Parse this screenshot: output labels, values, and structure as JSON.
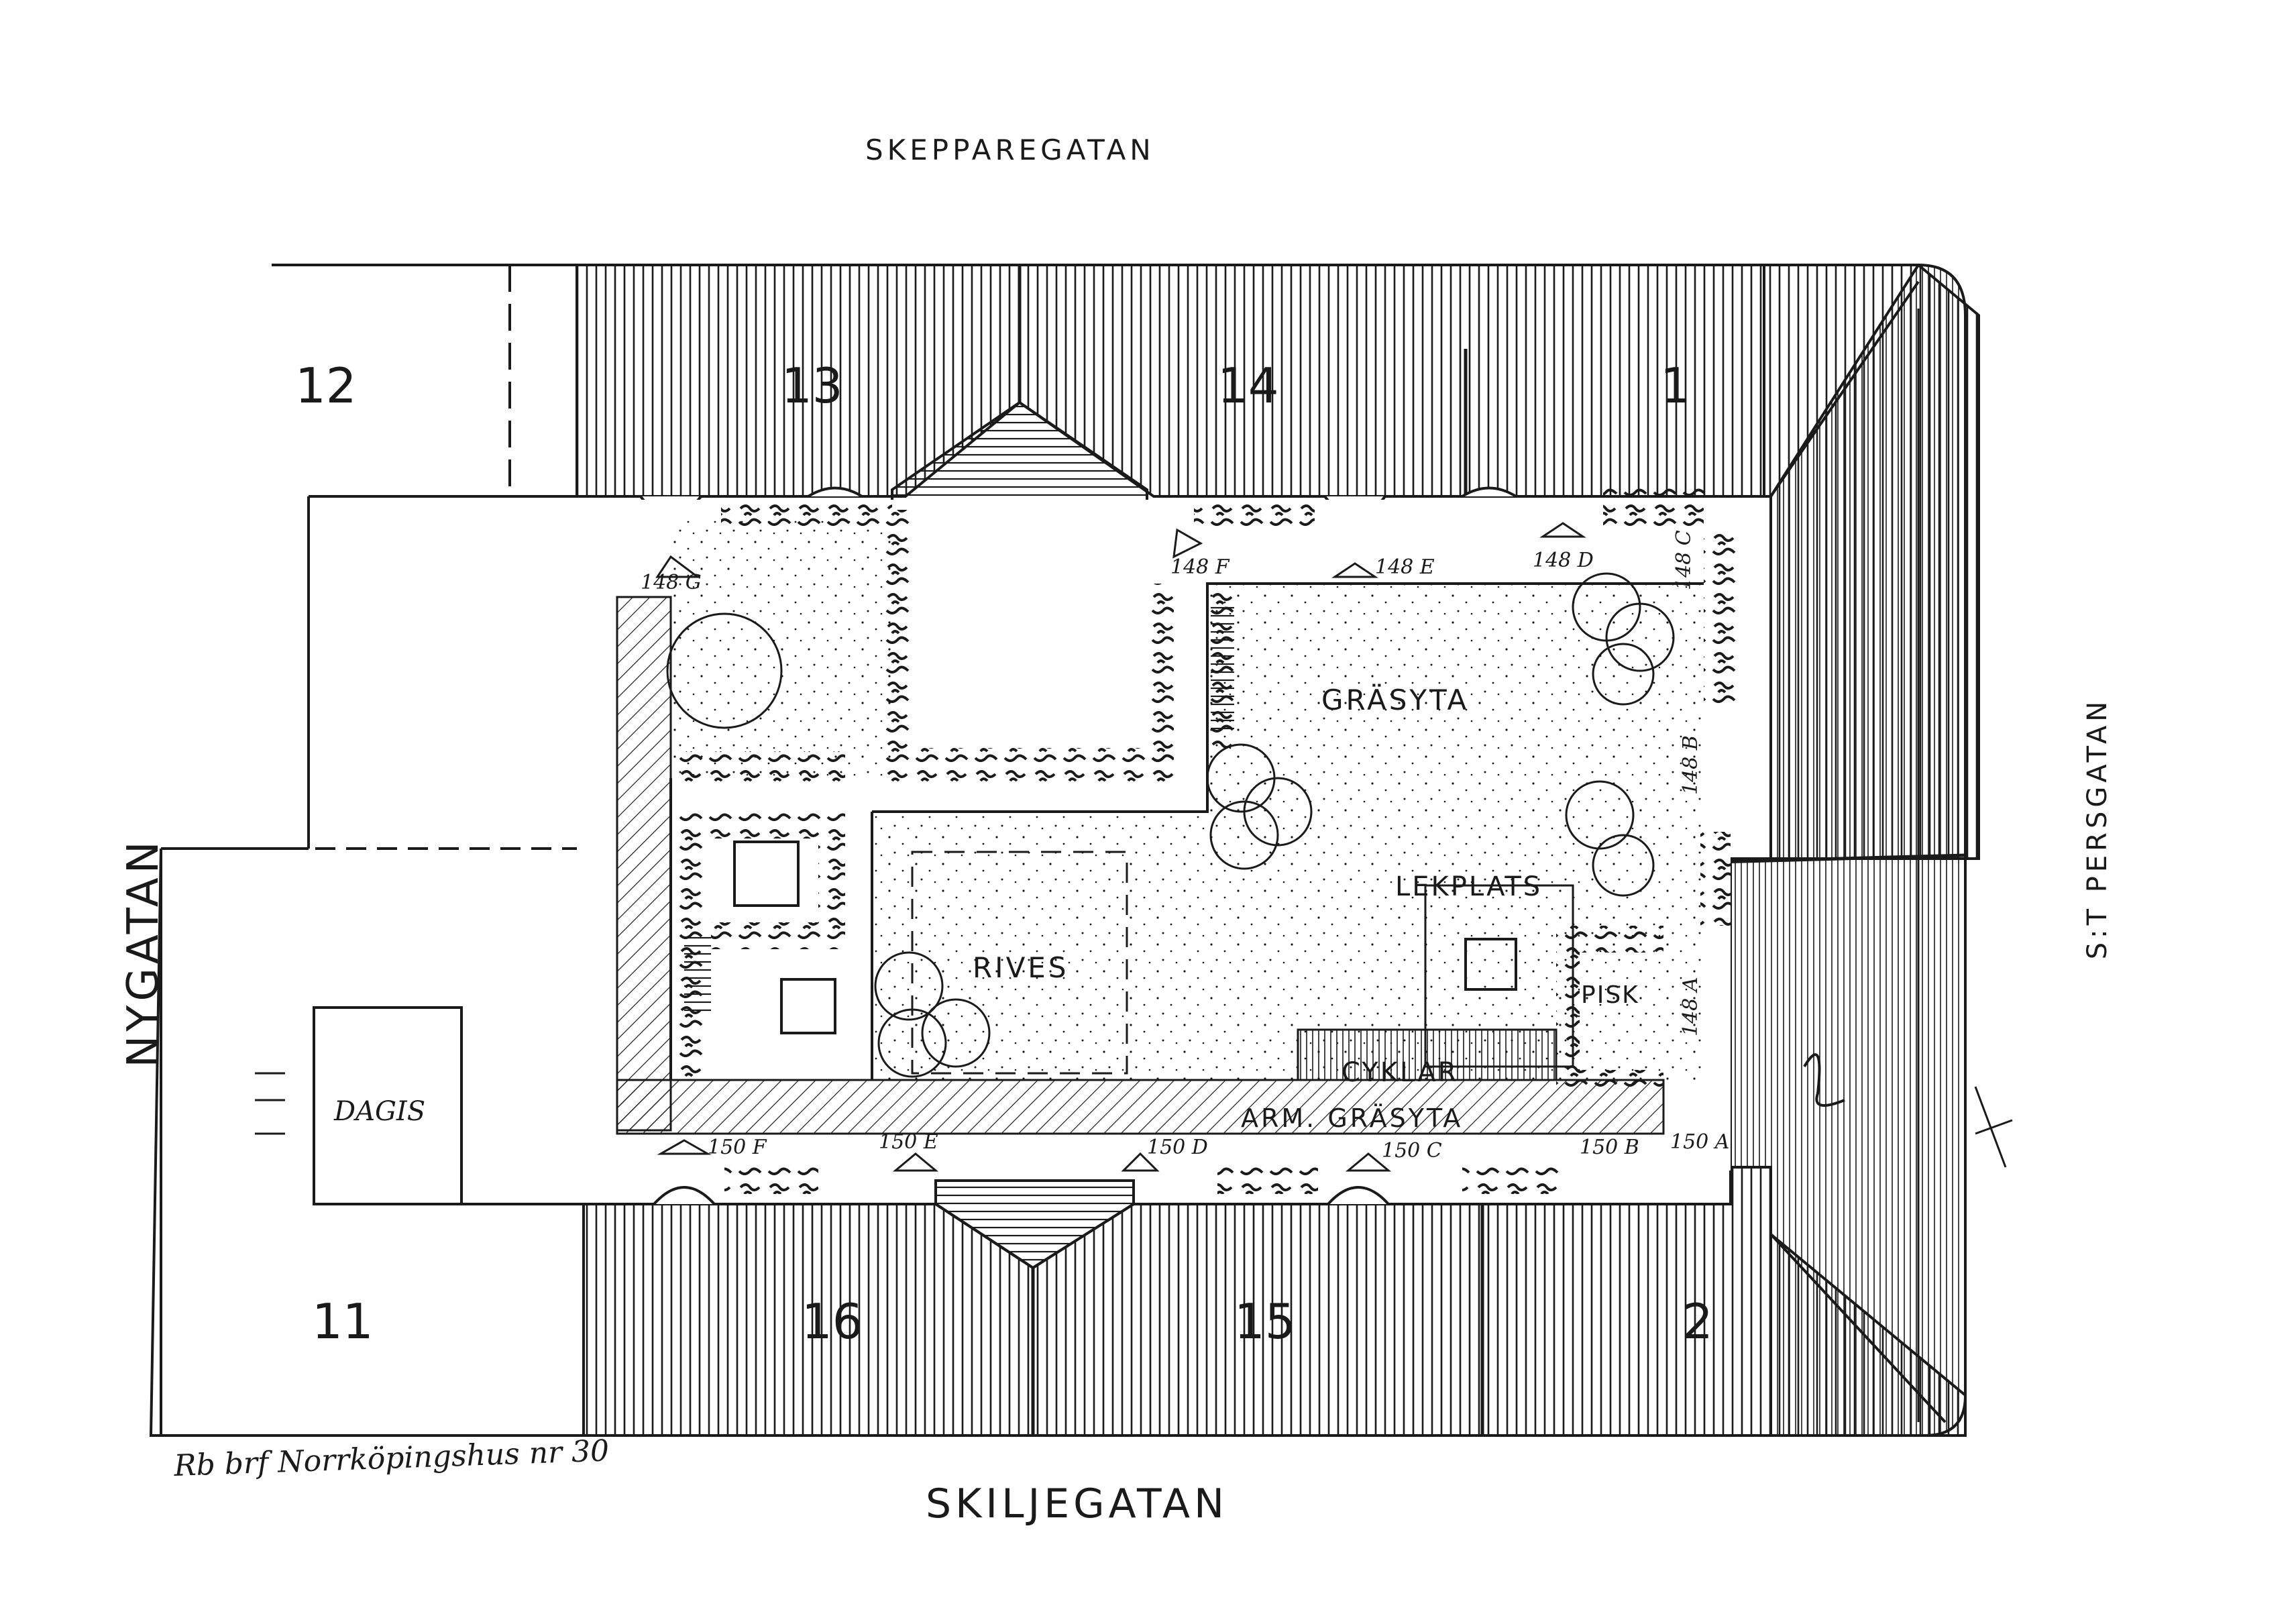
{
  "colors": {
    "ink": "#1a1a1a",
    "paper": "#ffffff"
  },
  "streets": {
    "north": "SKEPPAREGATAN",
    "south": "SKILJEGATAN",
    "west": "NYGATAN",
    "east": "S:T PERSGATAN"
  },
  "lots": {
    "l12": "12",
    "l13": "13",
    "l14": "14",
    "l1": "1",
    "l11": "11",
    "l16": "16",
    "l15": "15",
    "l2": "2"
  },
  "areas": {
    "grasyta": "GRÄSYTA",
    "lekplats": "LEKPLATS",
    "rives": "RIVES",
    "pisk": "PISK",
    "cyklar": "CYKLAR",
    "arm_grasyta": "ARM. GRÄSYTA",
    "dagis": "DAGIS"
  },
  "markers": {
    "m148g": "148 G",
    "m148f": "148 F",
    "m148e": "148 E",
    "m148d": "148 D",
    "m148c": "148 C",
    "m148b": "148 B",
    "m148a": "148 A",
    "m150f": "150 F",
    "m150e": "150 E",
    "m150d": "150 D",
    "m150c": "150 C",
    "m150b": "150 B",
    "m150a": "150 A"
  },
  "footer": "Rb brf Norrköpingshus nr 30"
}
